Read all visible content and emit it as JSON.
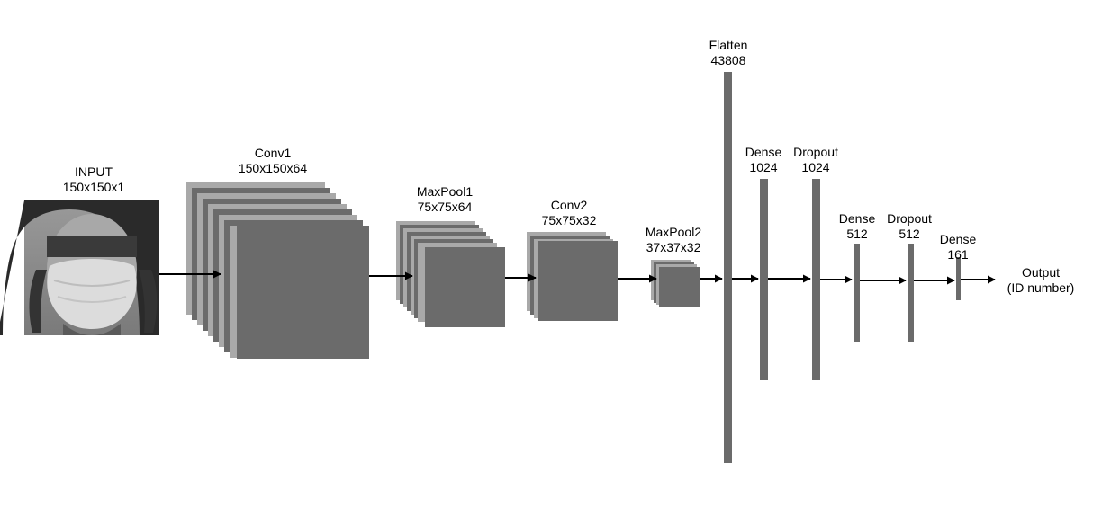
{
  "colors": {
    "layer_dark": "#6b6b6b",
    "layer_light": "#a9a9a9",
    "arrow": "#000000",
    "background": "#ffffff"
  },
  "input": {
    "title": "INPUT",
    "dims": "150x150x1",
    "image": "masked-face-photo"
  },
  "layers": [
    {
      "id": "conv1",
      "name": "Conv1",
      "dims": "150x150x64"
    },
    {
      "id": "maxpool1",
      "name": "MaxPool1",
      "dims": "75x75x64"
    },
    {
      "id": "conv2",
      "name": "Conv2",
      "dims": "75x75x32"
    },
    {
      "id": "maxpool2",
      "name": "MaxPool2",
      "dims": "37x37x32"
    },
    {
      "id": "flatten",
      "name": "Flatten",
      "dims": "43808"
    },
    {
      "id": "dense1",
      "name": "Dense",
      "dims": "1024"
    },
    {
      "id": "dropout1",
      "name": "Dropout",
      "dims": "1024"
    },
    {
      "id": "dense2",
      "name": "Dense",
      "dims": "512"
    },
    {
      "id": "dropout2",
      "name": "Dropout",
      "dims": "512"
    },
    {
      "id": "dense3",
      "name": "Dense",
      "dims": "161"
    }
  ],
  "output": {
    "line1": "Output",
    "line2": "(ID number)"
  }
}
